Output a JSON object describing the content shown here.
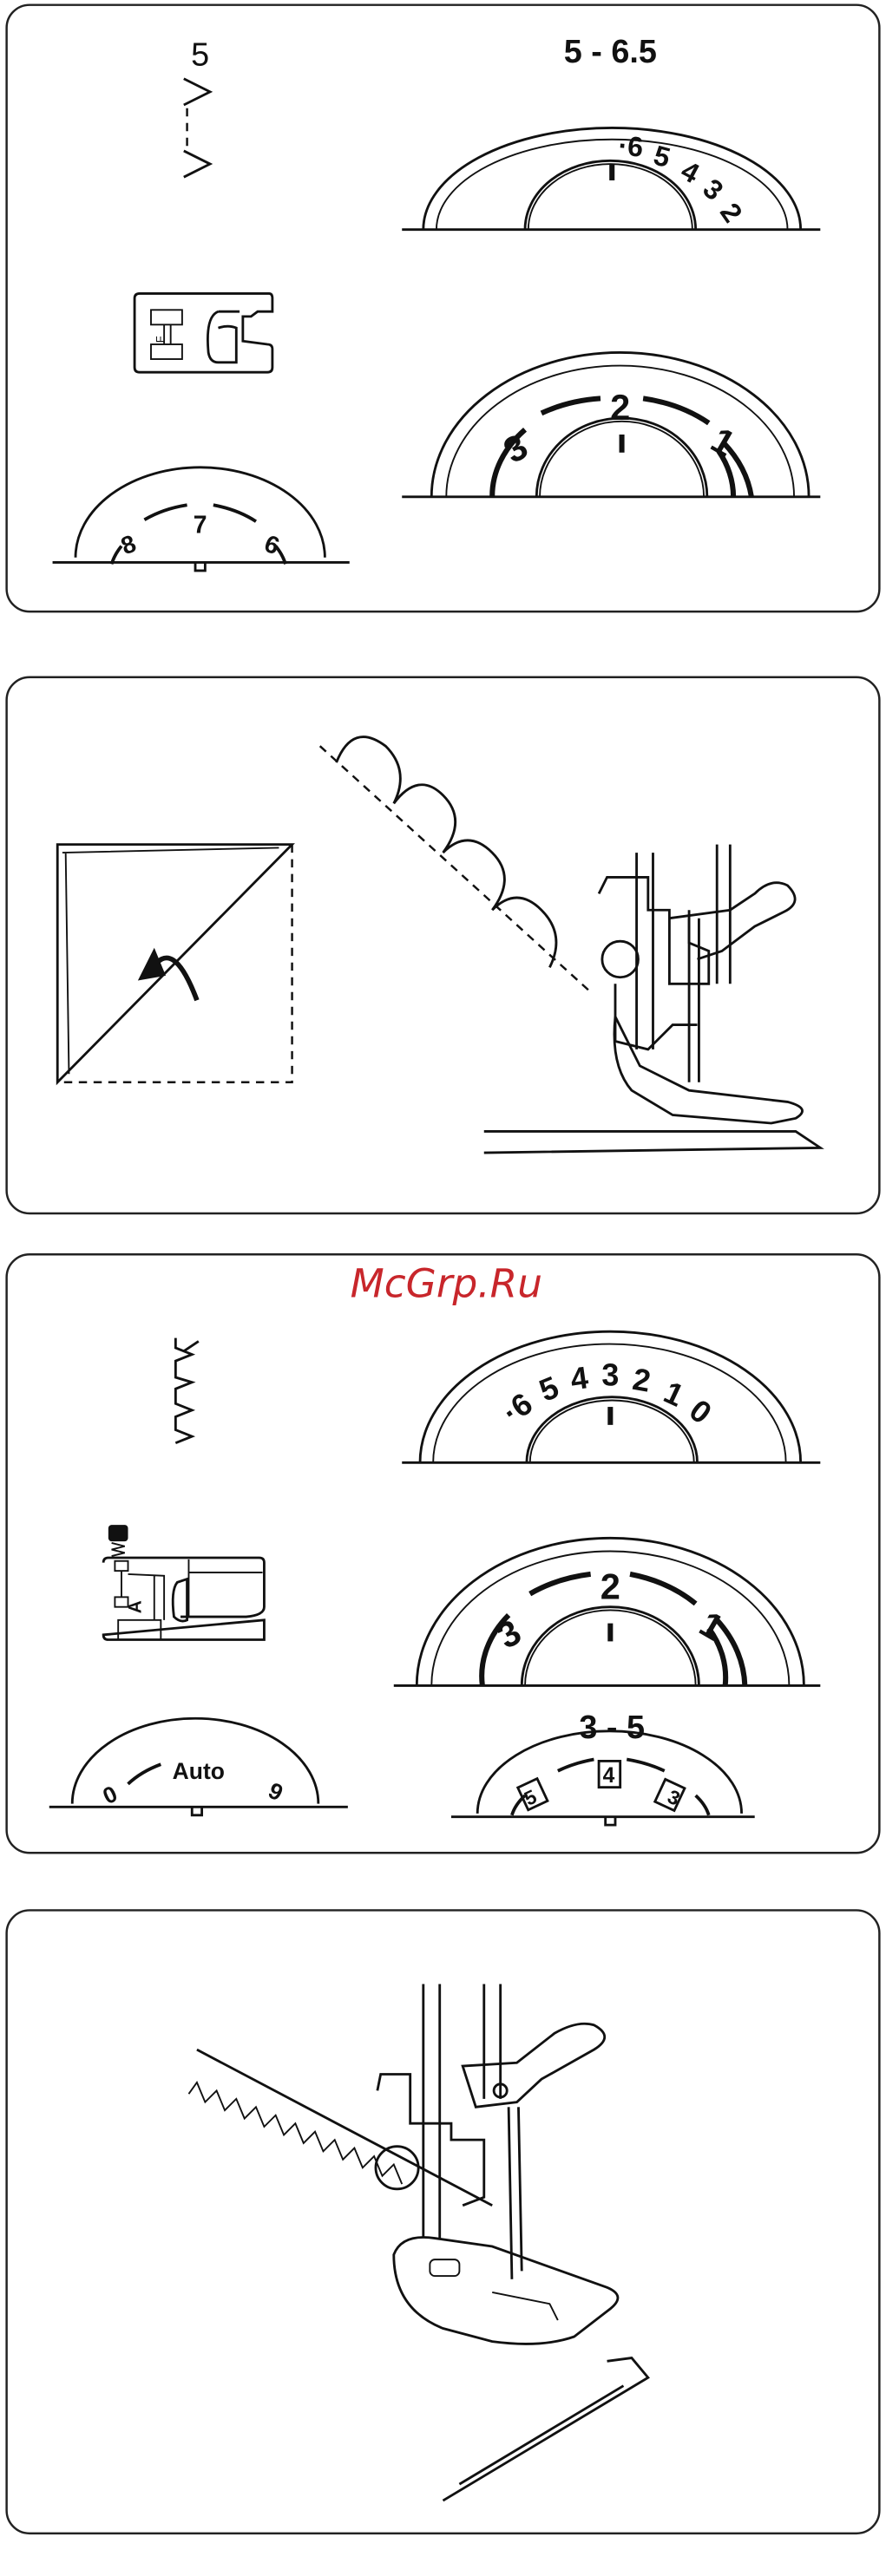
{
  "panel1": {
    "stitch_width_label": "5",
    "length_range_label": "5 - 6.5",
    "length_dial_numbers": [
      "·6",
      "5",
      "4",
      "3",
      "2"
    ],
    "tension_dial_numbers": [
      "3",
      "2",
      "1"
    ],
    "small_dial_numbers": [
      "8",
      "7",
      "6"
    ],
    "foot_letter": "F"
  },
  "panel3": {
    "watermark": "McGrp.Ru",
    "width_dial_numbers": [
      "·6",
      "5",
      "4",
      "3",
      "2",
      "1",
      "0"
    ],
    "tension_dial_numbers": [
      "3",
      "2",
      "1"
    ],
    "foot_letter": "A",
    "pattern_dial": {
      "center": "Auto",
      "left": "0",
      "right": "9"
    },
    "pressure_range_label": "3 - 5",
    "pressure_dial_numbers": [
      "5",
      "4",
      "3"
    ]
  }
}
